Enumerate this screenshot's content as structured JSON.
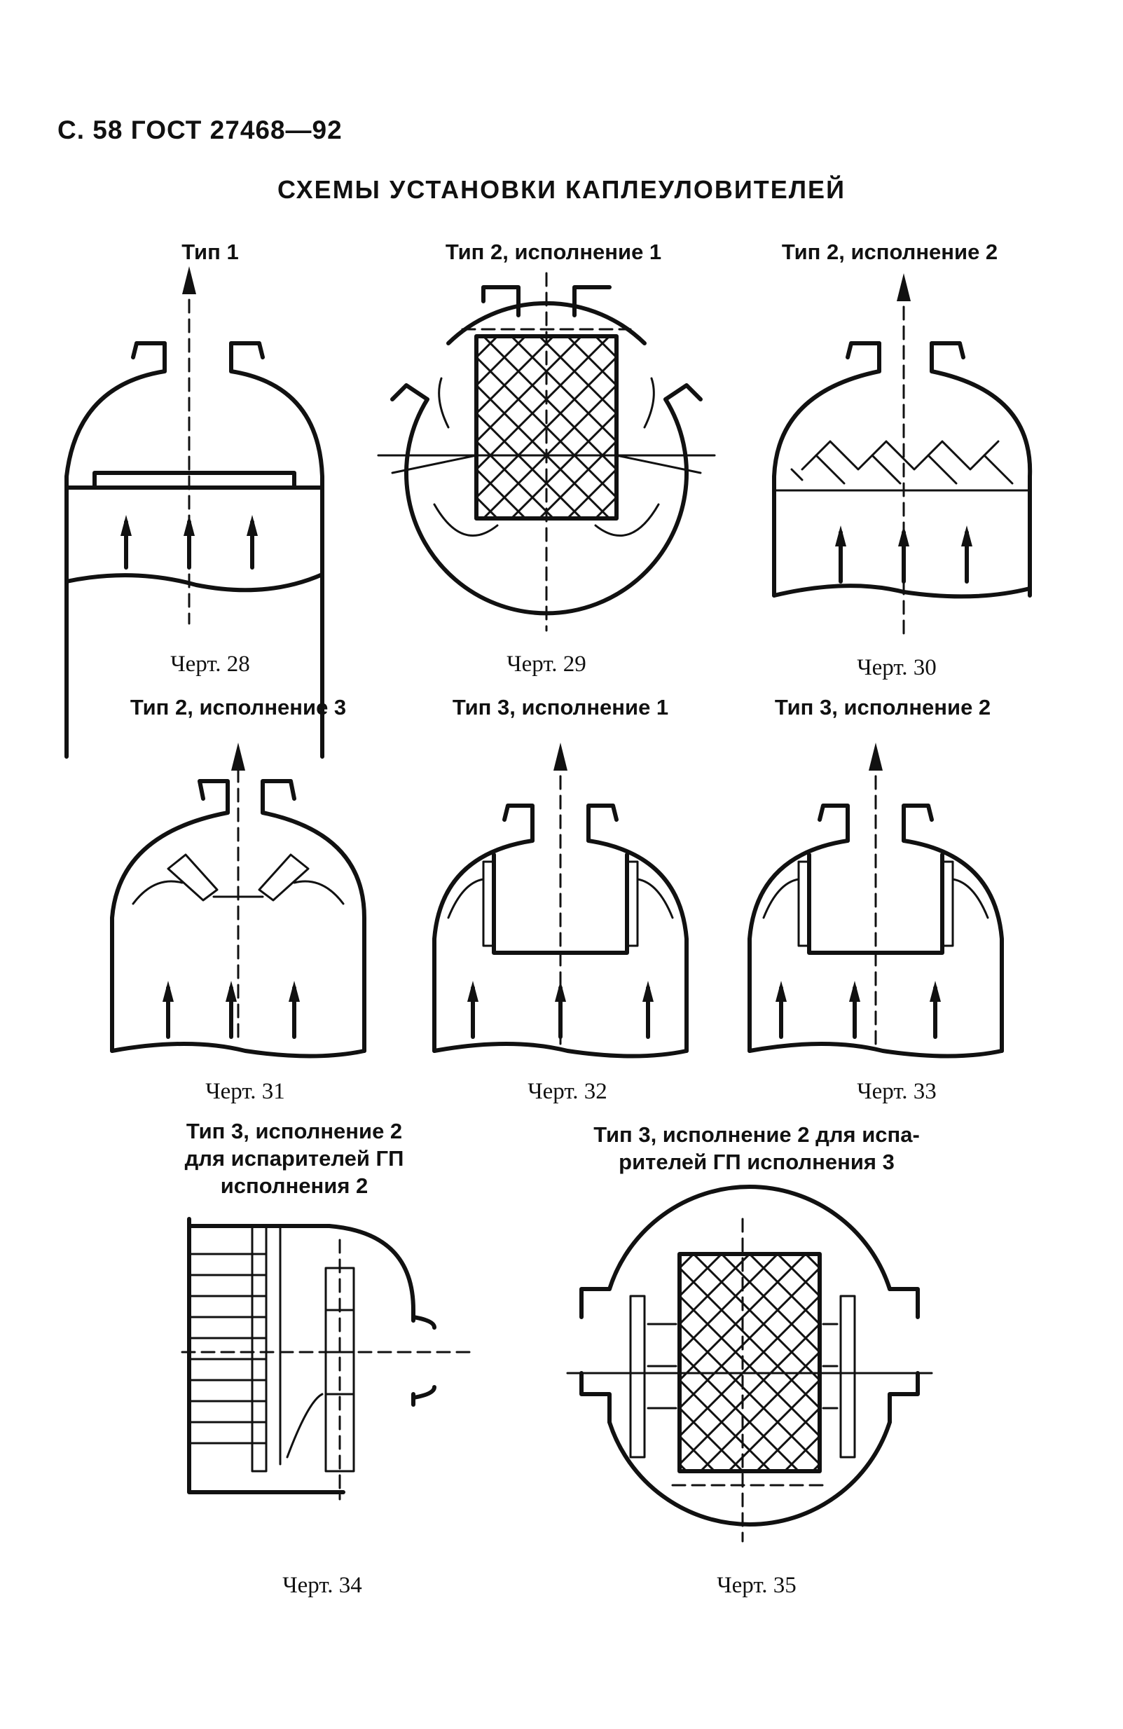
{
  "header": "С. 58 ГОСТ 27468—92",
  "title": "СХЕМЫ УСТАНОВКИ КАПЛЕУЛОВИТЕЛЕЙ",
  "figures": [
    {
      "type_label": "Тип 1",
      "caption": "Черт. 28"
    },
    {
      "type_label": "Тип 2, исполнение 1",
      "caption": "Черт. 29"
    },
    {
      "type_label": "Тип 2, исполнение 2",
      "caption": "Черт. 30"
    },
    {
      "type_label": "Тип 2, исполнение 3",
      "caption": "Черт. 31"
    },
    {
      "type_label": "Тип 3, исполнение 1",
      "caption": "Черт. 32"
    },
    {
      "type_label": "Тип 3, исполнение 2",
      "caption": "Черт. 33"
    },
    {
      "type_label_lines": [
        "Тип 3, исполнение 2",
        "для испарителей ГП",
        "исполнения 2"
      ],
      "caption": "Черт. 34"
    },
    {
      "type_label_lines": [
        "Тип 3, исполнение 2 для испа-",
        "рителей ГП исполнения 3"
      ],
      "caption": "Черт. 35"
    }
  ]
}
